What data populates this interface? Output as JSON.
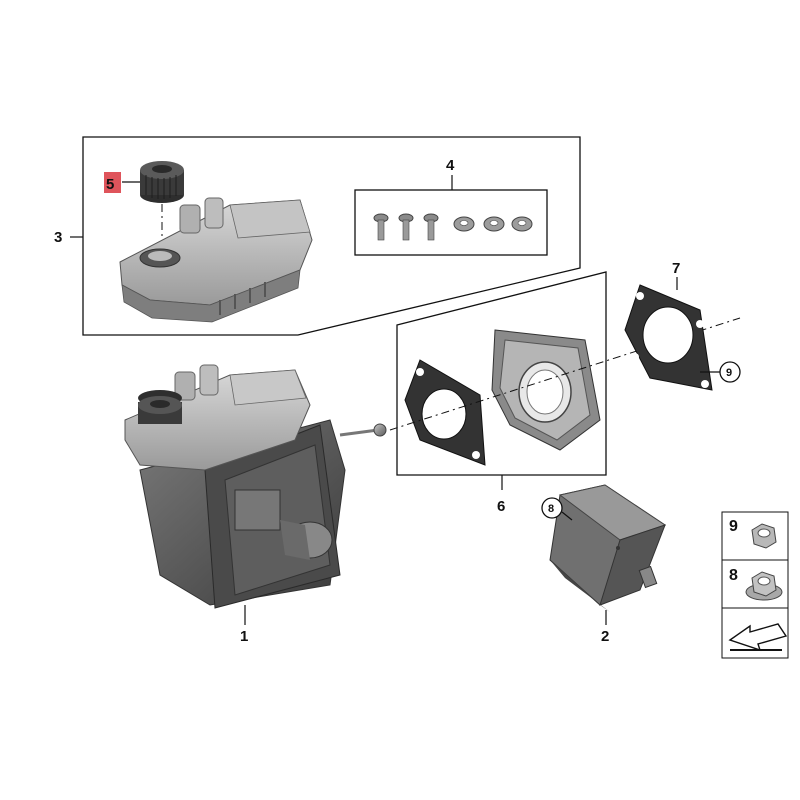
{
  "callouts": {
    "c1": "1",
    "c2": "2",
    "c3": "3",
    "c4": "4",
    "c5": "5",
    "c6": "6",
    "c7": "7",
    "c8": "8",
    "c9": "9"
  },
  "side_panel": {
    "nut9_label": "9",
    "nut8_label": "8"
  },
  "colors": {
    "part_dark": "#3c3c3c",
    "part_mid": "#6b6b6b",
    "part_light": "#a9a9a9",
    "highlight_5": "#d9363e"
  },
  "icons": [
    "reservoir-cap-icon",
    "fluid-reservoir-icon",
    "screw-icon",
    "washer-icon",
    "gasket-icon",
    "seal-flange-icon",
    "control-unit-icon",
    "brake-booster-icon",
    "hex-nut-icon",
    "flange-nut-icon",
    "arrow-icon"
  ]
}
